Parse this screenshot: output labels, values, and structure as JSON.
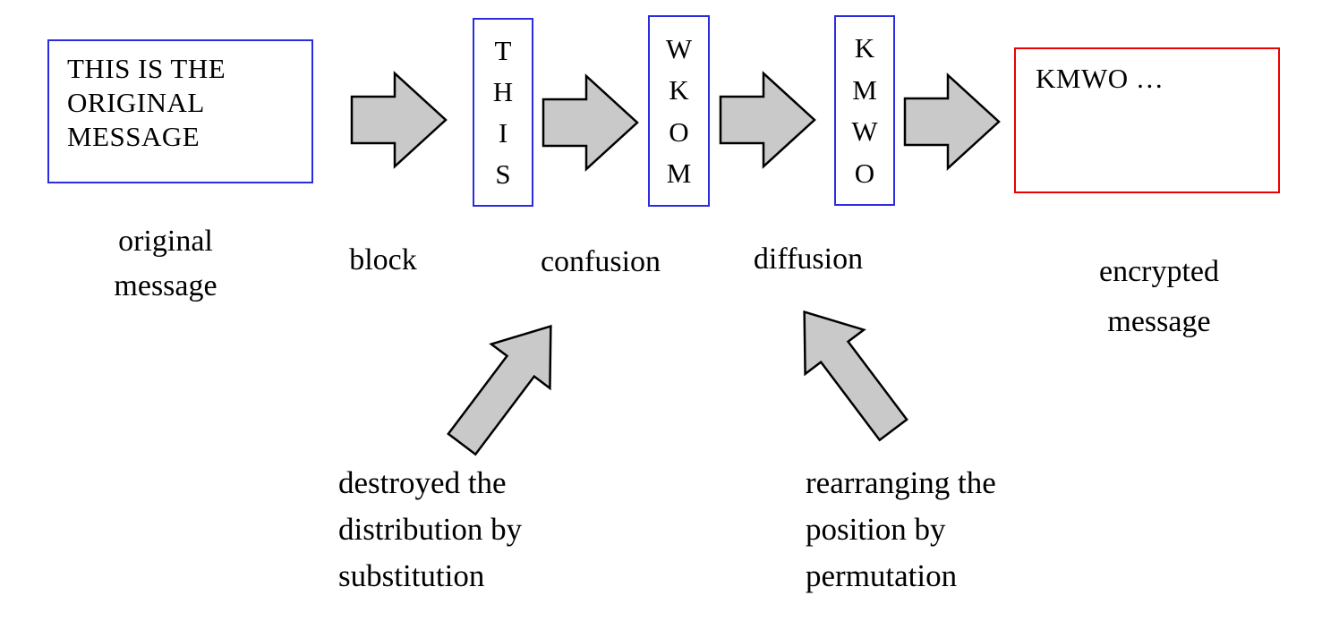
{
  "colors": {
    "box_blue_border": "#2b2be0",
    "box_red_border": "#ee0000",
    "arrow_fill": "#c9c9c9",
    "arrow_outline": "#000000",
    "text": "#000000",
    "background": "#ffffff"
  },
  "original_box": {
    "lines": [
      "THIS IS THE",
      "ORIGINAL",
      "MESSAGE"
    ]
  },
  "stage_boxes": {
    "block": {
      "letters": [
        "T",
        "H",
        "I",
        "S"
      ]
    },
    "confusion": {
      "letters": [
        "W",
        "K",
        "O",
        "M"
      ]
    },
    "diffusion": {
      "letters": [
        "K",
        "M",
        "W",
        "O"
      ]
    }
  },
  "encrypted_box": {
    "text": "KMWO …"
  },
  "labels": {
    "original_line1": "original",
    "original_line2": "message",
    "block": "block",
    "confusion": "confusion",
    "diffusion": "diffusion",
    "encrypted_line1": "encrypted",
    "encrypted_line2": "message"
  },
  "annotations": {
    "substitution": {
      "lines": [
        "destroyed the",
        "distribution by",
        "substitution"
      ]
    },
    "permutation": {
      "lines": [
        "rearranging the",
        "position by",
        "permutation"
      ]
    }
  }
}
